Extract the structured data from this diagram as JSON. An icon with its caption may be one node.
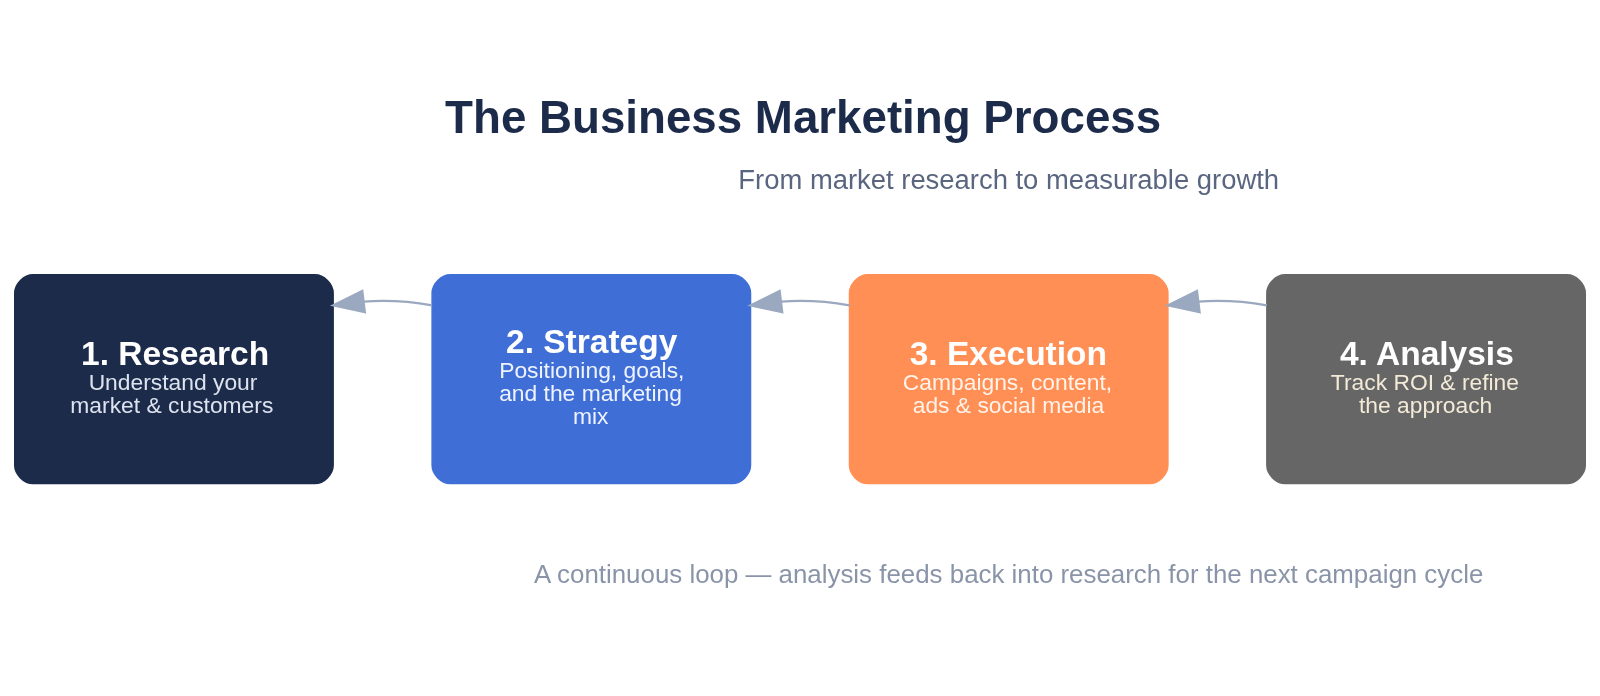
{
  "diagram": {
    "title": "The Business Marketing Process",
    "caption": "A continuous loop — analysis feeds back into research for the next campaign cycle",
    "nodes": [
      {
        "text": [
          "1. Research",
          "Understand your market & customers"
        ]
      },
      {
        "text": [
          "2. Strategy",
          "Positioning, goals, and the marketing mix"
        ]
      },
      {
        "text": [
          "3. Execution",
          "Campaigns, content, ads & social media"
        ]
      },
      {
        "text": [
          "4. Analysis",
          "Track ROI & refine the approach"
        ]
      }
    ],
    "edges": [
      {
        "from": 1,
        "to": 0,
        "arrow": "to"
      },
      {
        "from": 2,
        "to": 1,
        "arrow": "to"
      },
      {
        "from": 3,
        "to": 2,
        "arrow": "to"
      }
    ],
    "labels": [
      "From market research to measurable growth"
    ]
  }
}
